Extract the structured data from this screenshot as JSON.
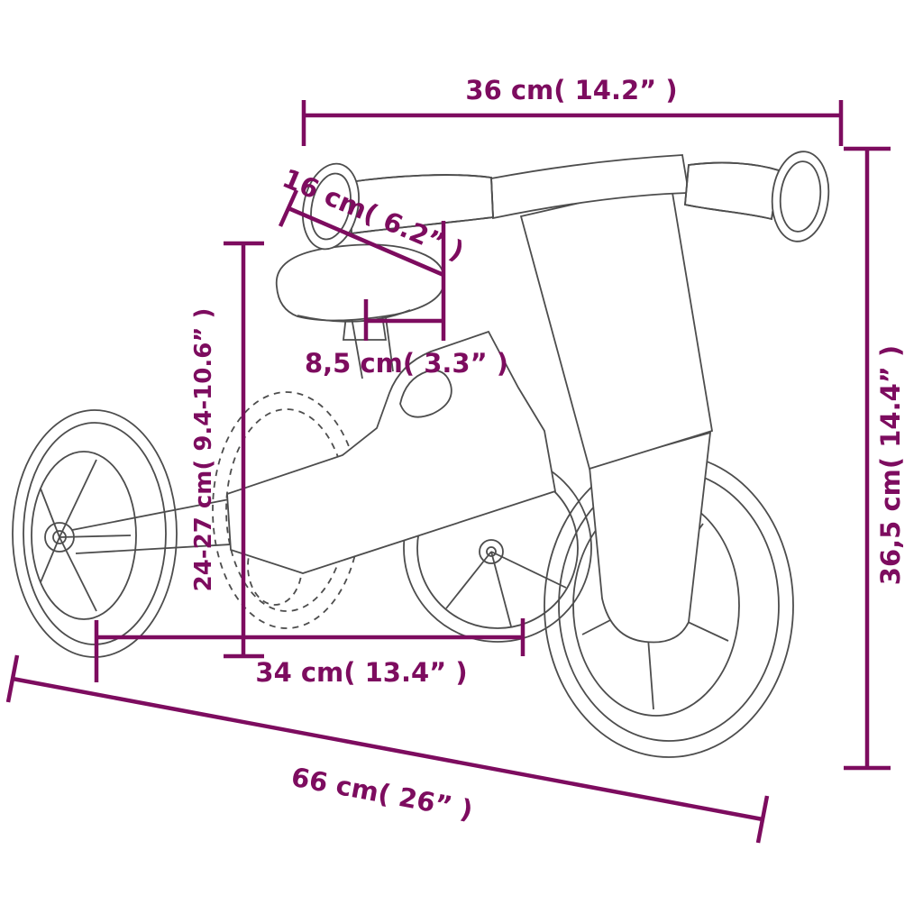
{
  "diagram": {
    "subject": "Children's balance bike line drawing with dimension annotations",
    "accent_color": "#7D0C5F",
    "line_art_color": "#4d4d4d",
    "background_color": "#ffffff",
    "dimensions": {
      "handlebar_width": "36 cm( 14.2” )",
      "grip_length": "16 cm( 6.2” )",
      "seat_width": "8,5 cm( 3.3” )",
      "seat_height_range": "24-27 cm( 9.4-10.6” )",
      "wheelbase": "34 cm( 13.4” )",
      "overall_length": "66 cm( 26” )",
      "overall_height": "36,5 cm( 14.4” )"
    }
  }
}
